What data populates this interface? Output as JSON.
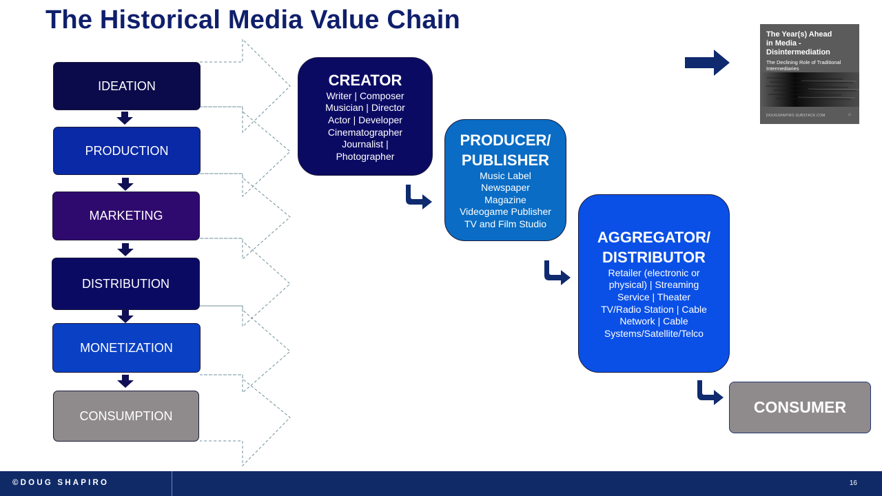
{
  "title": "The Historical Media Value Chain",
  "stages": [
    {
      "label": "IDEATION",
      "color": "#0b0a4a"
    },
    {
      "label": "PRODUCTION",
      "color": "#0a29a6"
    },
    {
      "label": "MARKETING",
      "color": "#2f0a6e"
    },
    {
      "label": "DISTRIBUTION",
      "color": "#0b0a63"
    },
    {
      "label": "MONETIZATION",
      "color": "#0a40c4"
    },
    {
      "label": "CONSUMPTION",
      "color": "#8f8b8d"
    }
  ],
  "roles": {
    "creator": {
      "title": "CREATOR",
      "body": "Writer | Composer\nMusician | Director\nActor | Developer\nCinematographer\nJournalist |\nPhotographer",
      "color": "#0b0a63"
    },
    "producer": {
      "title": "PRODUCER/\nPUBLISHER",
      "body": "Music Label\nNewspaper\nMagazine\nVideogame Publisher\nTV and Film Studio",
      "color": "#0a6cc4"
    },
    "aggregator": {
      "title": "AGGREGATOR/\nDISTRIBUTOR",
      "body": "Retailer (electronic or\nphysical) | Streaming\nService | Theater\nTV/Radio Station | Cable\nNetwork | Cable\nSystems/Satellite/Telco",
      "color": "#0a50e6"
    },
    "consumer": {
      "title": "CONSUMER",
      "color": "#8f8b8d"
    }
  },
  "cover": {
    "title": "The Year(s) Ahead\nin Media -\nDisintermediation",
    "subtitle": "The Declining Role of Traditional\nIntermediaries",
    "url": "DOUGSHAPIRO.SUBSTACK.COM",
    "mark": "⌂"
  },
  "footer": {
    "brand": "©DOUG SHAPIRO",
    "page": "16"
  },
  "colors": {
    "title": "#0f1f6b",
    "arrow": "#0f2a6e",
    "footer": "#102a68"
  },
  "icons": {
    "down_arrow": "down-arrow-icon",
    "turn_arrow": "turn-right-arrow-icon",
    "right_arrow": "right-arrow-icon"
  }
}
